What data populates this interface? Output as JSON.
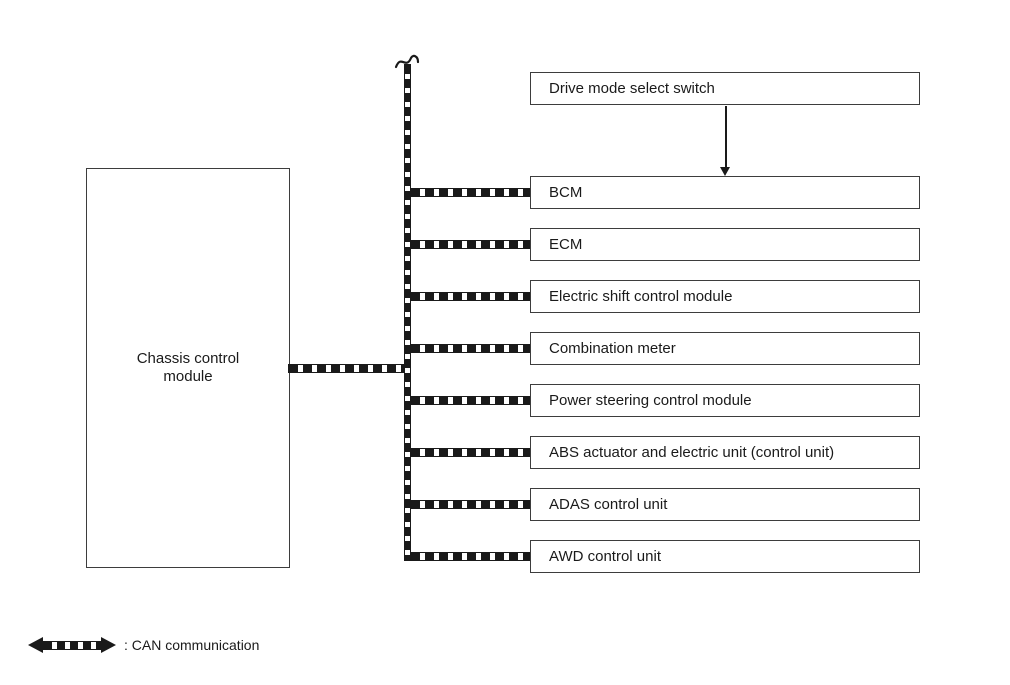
{
  "colors": {
    "background": "#ffffff",
    "line": "#1a1a1a",
    "box_border": "#3d3d3d",
    "text": "#1a1a1a"
  },
  "chassis": {
    "label": "Chassis control\nmodule"
  },
  "drive_switch": {
    "label": "Drive mode select switch"
  },
  "modules": [
    {
      "label": "BCM"
    },
    {
      "label": "ECM"
    },
    {
      "label": "Electric shift control module"
    },
    {
      "label": "Combination meter"
    },
    {
      "label": "Power steering control module"
    },
    {
      "label": "ABS actuator and electric unit (control unit)"
    },
    {
      "label": "ADAS control unit"
    },
    {
      "label": "AWD control unit"
    }
  ],
  "legend": {
    "label": ": CAN communication"
  }
}
